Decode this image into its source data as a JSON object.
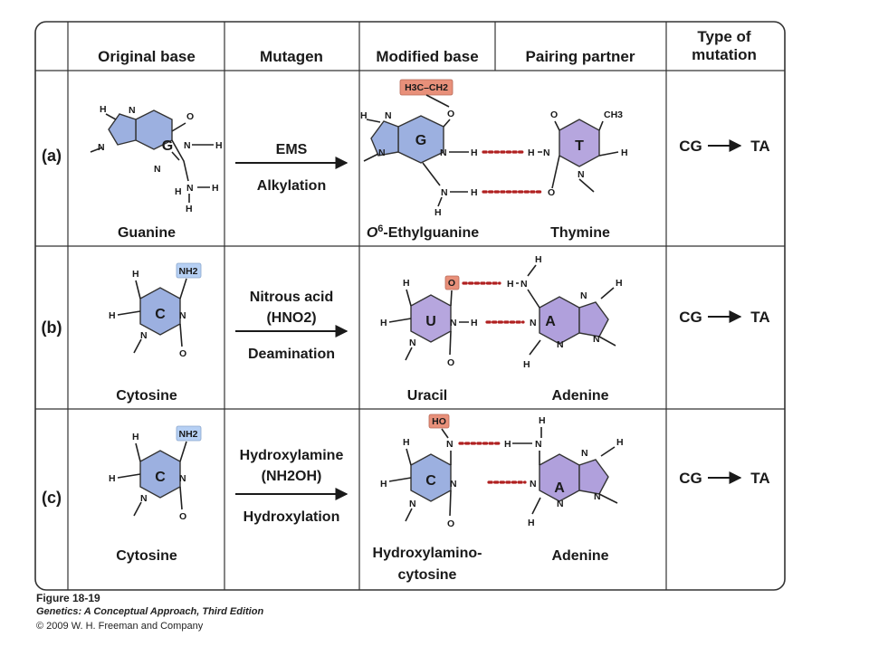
{
  "headers": {
    "original": "Original base",
    "mutagen": "Mutagen",
    "modified": "Modified base",
    "partner": "Pairing partner",
    "type_line1": "Type of",
    "type_line2": "mutation"
  },
  "rows": [
    {
      "label": "(a)",
      "original_name": "Guanine",
      "original_ring": "G",
      "mutagen_top": "EMS",
      "mutagen_bottom": "Alkylation",
      "modified_name_prefix": "O",
      "modified_name_sup": "6",
      "modified_name_rest": "-Ethylguanine",
      "modified_ring": "G",
      "modified_tag": "H3C–CH2",
      "partner_name": "Thymine",
      "partner_ring": "T",
      "partner_methyl": "CH3",
      "mutation_from": "CG",
      "mutation_to": "TA"
    },
    {
      "label": "(b)",
      "original_name": "Cytosine",
      "original_ring": "C",
      "original_tag": "NH2",
      "mutagen_top1": "Nitrous acid",
      "mutagen_top2": "(HNO2)",
      "mutagen_bottom": "Deamination",
      "modified_name": "Uracil",
      "modified_ring": "U",
      "modified_tag": "O",
      "partner_name": "Adenine",
      "partner_ring": "A",
      "mutation_from": "CG",
      "mutation_to": "TA"
    },
    {
      "label": "(c)",
      "original_name": "Cytosine",
      "original_ring": "C",
      "original_tag": "NH2",
      "mutagen_top1": "Hydroxylamine",
      "mutagen_top2": "(NH2OH)",
      "mutagen_bottom": "Hydroxylation",
      "modified_name1": "Hydroxylamino-",
      "modified_name2": "cytosine",
      "modified_ring": "C",
      "modified_tag": "HO",
      "partner_name": "Adenine",
      "partner_ring": "A",
      "mutation_from": "CG",
      "mutation_to": "TA"
    }
  ],
  "caption": {
    "figure": "Figure 18-19",
    "book": "Genetics: A Conceptual Approach, Third Edition",
    "copyright": "© 2009 W. H. Freeman and Company"
  },
  "colors": {
    "pyrimidine_fill": "#9cb0e0",
    "purine_fill": "#b0a0dc",
    "hbond_red": "#b02020",
    "modified_group_tag": "#e8907a",
    "amino_group_tag": "#b6d0f4"
  }
}
